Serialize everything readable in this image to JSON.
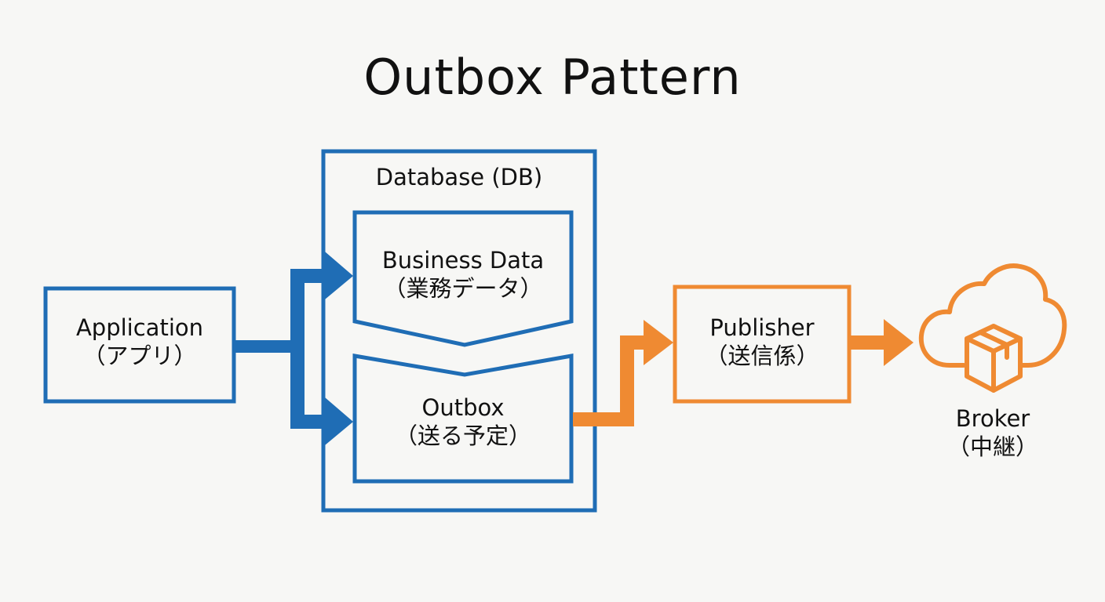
{
  "title": "Outbox Pattern",
  "nodes": {
    "application": {
      "label": "Application",
      "sublabel": "（アプリ）"
    },
    "database": {
      "label": "Database (DB)"
    },
    "business_data": {
      "label": "Business Data",
      "sublabel": "（業務データ）"
    },
    "outbox": {
      "label": "Outbox",
      "sublabel": "（送る予定）"
    },
    "publisher": {
      "label": "Publisher",
      "sublabel": "（送信係）"
    },
    "broker": {
      "label": "Broker",
      "sublabel": "（中継）",
      "icon": "cloud-package-icon"
    }
  },
  "colors": {
    "blue": "#1f6db5",
    "orange": "#ef8a32",
    "text": "#111111",
    "background": "#f7f7f5"
  }
}
